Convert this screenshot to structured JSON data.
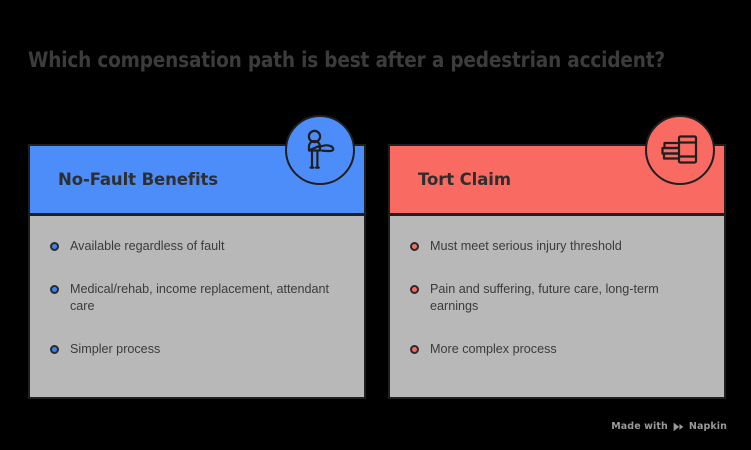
{
  "page": {
    "title": "Which compensation path is best after a pedestrian accident?",
    "background_color": "#000000",
    "title_color": "#3c3c3c"
  },
  "cards": [
    {
      "id": "no-fault-benefits",
      "title": "No-Fault Benefits",
      "accent_color": "#4d8dfa",
      "body_color": "#b8b8b8",
      "icon": "pedestrian-icon",
      "bullets": [
        "Available regardless of fault",
        "Medical/rehab, income replacement, attendant care",
        "Simpler process"
      ]
    },
    {
      "id": "tort-claim",
      "title": "Tort Claim",
      "accent_color": "#f96a63",
      "body_color": "#b8b8b8",
      "icon": "book-stack-icon",
      "bullets": [
        "Must meet serious injury threshold",
        "Pain and suffering, future care, long-term earnings",
        "More complex process"
      ]
    }
  ],
  "watermark": {
    "prefix": "Made with",
    "brand": "Napkin",
    "color": "#9a9a9a"
  }
}
